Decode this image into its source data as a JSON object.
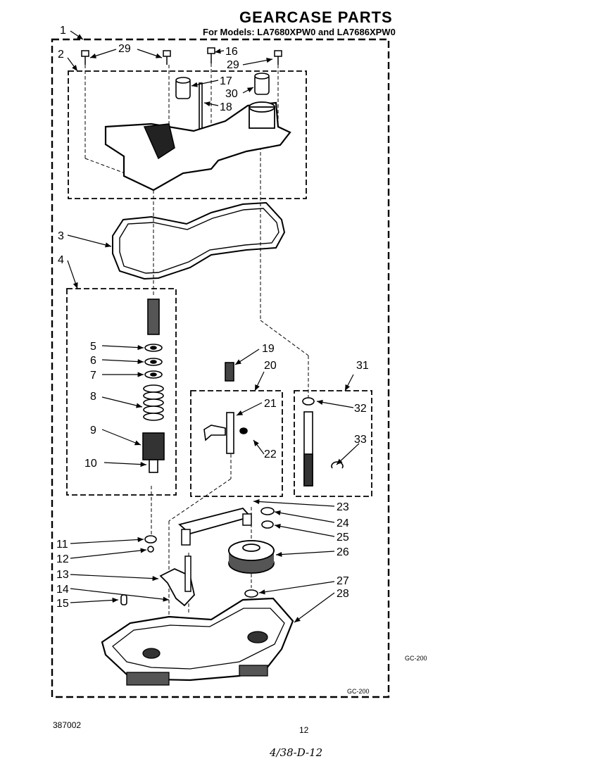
{
  "title": "GEARCASE PARTS",
  "subtitle": "For Models: LA7680XPW0 and LA7686XPW0",
  "callouts": [
    "1",
    "2",
    "3",
    "4",
    "5",
    "6",
    "7",
    "8",
    "9",
    "10",
    "11",
    "12",
    "13",
    "14",
    "15",
    "16",
    "17",
    "18",
    "19",
    "20",
    "21",
    "22",
    "23",
    "24",
    "25",
    "26",
    "27",
    "28",
    "29",
    "30",
    "31",
    "32",
    "33"
  ],
  "code_inner": "GC-200",
  "code_outer": "GC-200",
  "doc_number": "387002",
  "page_number": "12",
  "handwritten_note": "4/38-D-12"
}
